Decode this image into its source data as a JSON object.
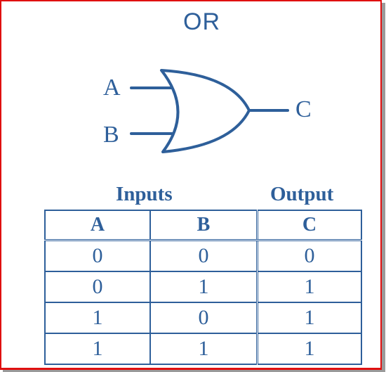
{
  "title": "OR",
  "gate": {
    "input_a": "A",
    "input_b": "B",
    "output": "C",
    "stroke_color": "#2e5f9a"
  },
  "table": {
    "group_inputs": "Inputs",
    "group_output": "Output",
    "headers": [
      "A",
      "B",
      "C"
    ],
    "rows": [
      [
        "0",
        "0",
        "0"
      ],
      [
        "0",
        "1",
        "1"
      ],
      [
        "1",
        "0",
        "1"
      ],
      [
        "1",
        "1",
        "1"
      ]
    ]
  },
  "colors": {
    "accent": "#2e5f9a",
    "frame": "#e01010"
  }
}
